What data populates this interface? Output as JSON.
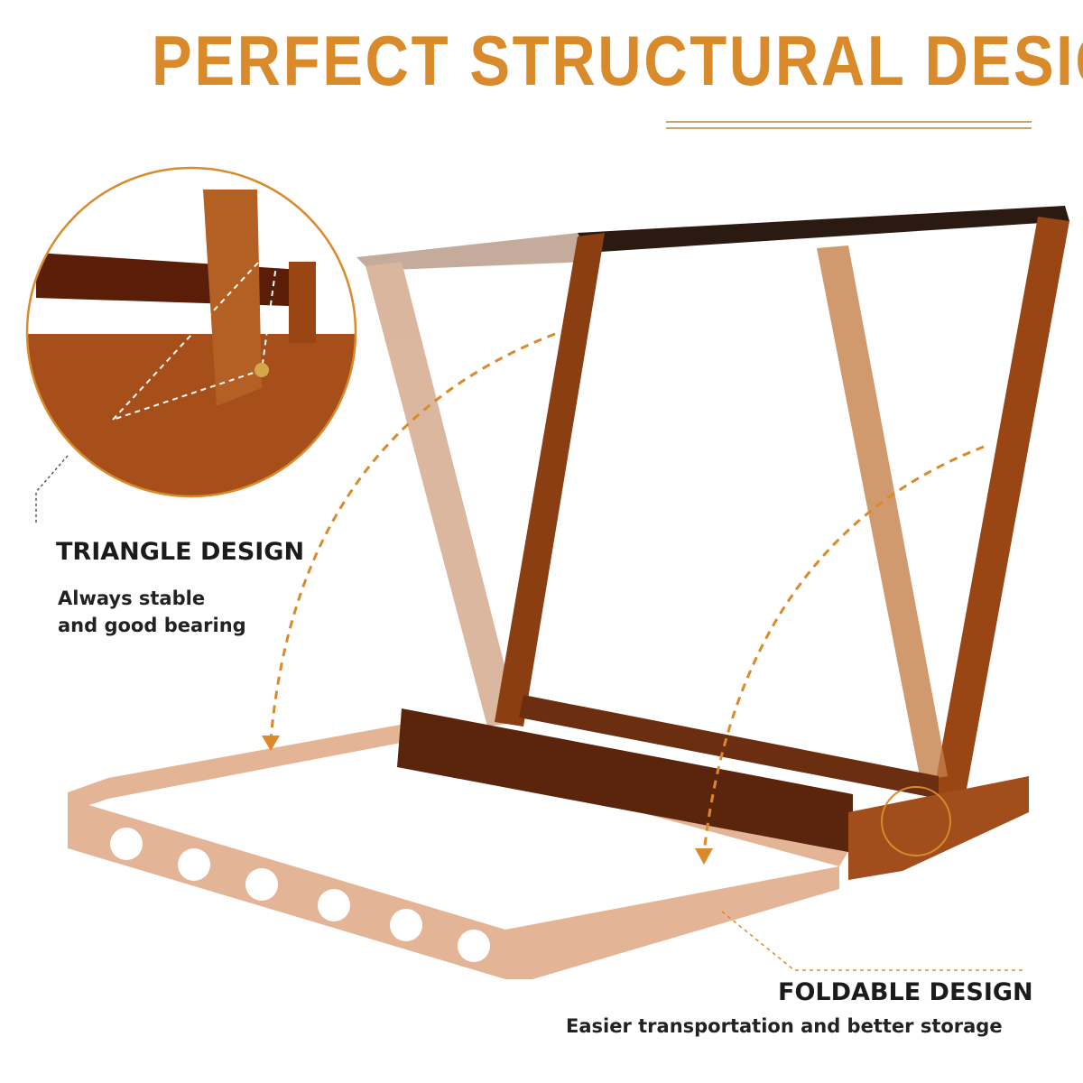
{
  "title": "PERFECT STRUCTURAL DESIGN",
  "features": [
    {
      "heading": "TRIANGLE DESIGN",
      "lines": [
        "Always stable",
        "and good bearing"
      ]
    },
    {
      "heading": "FOLDABLE DESIGN",
      "lines": [
        "Easier transportation and better storage"
      ]
    }
  ],
  "colors": {
    "accent": "#D98A2B",
    "wood": "#8A3E12",
    "wood_faded": "#D9A98A",
    "text": "#1b1b1b"
  }
}
